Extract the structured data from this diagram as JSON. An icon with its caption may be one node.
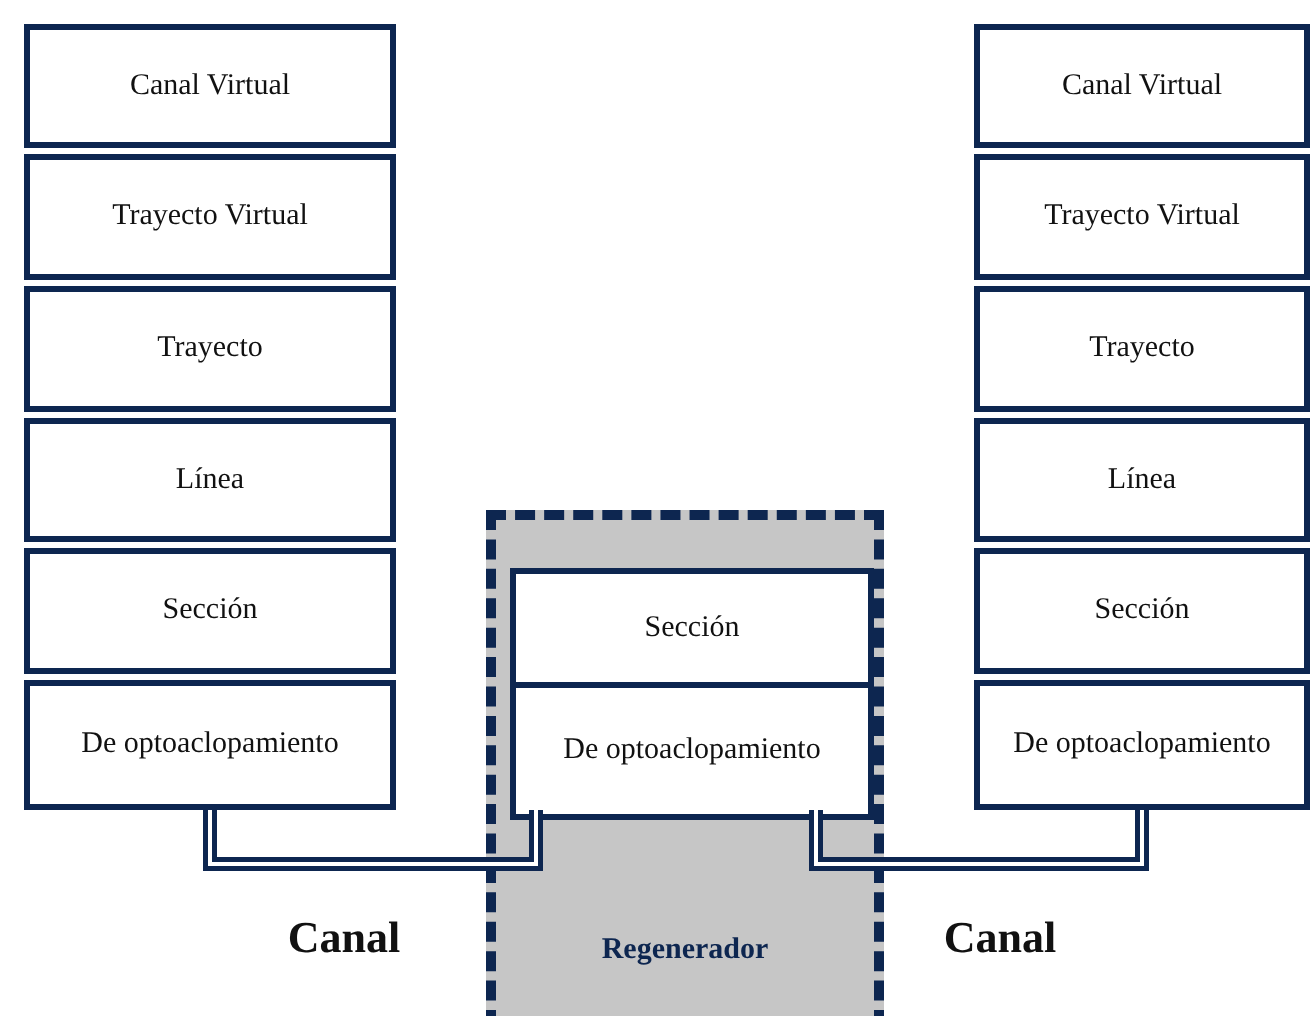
{
  "diagram": {
    "nodes": [
      {
        "text": [
          "Canal Virtual"
        ]
      },
      {
        "text": [
          "Trayecto Virtual"
        ]
      },
      {
        "text": [
          "Trayecto"
        ]
      },
      {
        "text": [
          "Línea"
        ]
      },
      {
        "text": [
          "Sección"
        ]
      },
      {
        "text": [
          "De optoaclopamiento"
        ]
      },
      {
        "text": [
          "Regenerador"
        ]
      },
      {
        "text": [
          "Sección"
        ],
        "in": 6
      },
      {
        "text": [
          "De optoaclopamiento"
        ],
        "in": 6
      },
      {
        "text": [
          "Canal Virtual"
        ]
      },
      {
        "text": [
          "Trayecto Virtual"
        ]
      },
      {
        "text": [
          "Trayecto"
        ]
      },
      {
        "text": [
          "Línea"
        ]
      },
      {
        "text": [
          "Sección"
        ]
      },
      {
        "text": [
          "De optoaclopamiento"
        ]
      }
    ],
    "edges": [
      {
        "from": 5,
        "to": 8,
        "arrow": "none",
        "label": "Canal"
      },
      {
        "from": 8,
        "to": 14,
        "arrow": "none",
        "label": "Canal"
      }
    ]
  }
}
